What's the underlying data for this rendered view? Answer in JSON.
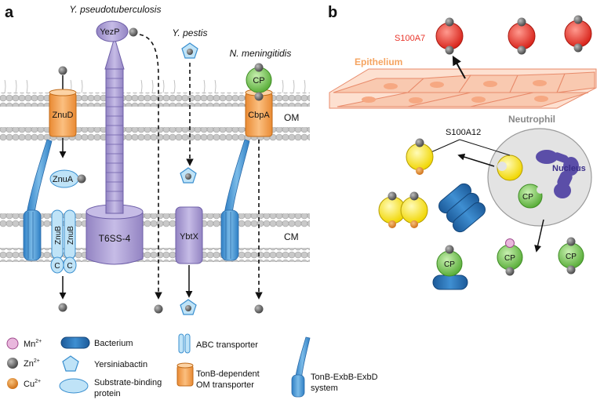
{
  "panels": {
    "a": "a",
    "b": "b"
  },
  "organisms": {
    "yersinia_pseudo": "Y. pseudotuberculosis",
    "yersinia_pestis": "Y. pestis",
    "neisseria": "N. meningitidis"
  },
  "membranes": {
    "outer": "OM",
    "inner": "CM"
  },
  "proteins": {
    "yezp": "YezP",
    "znud": "ZnuD",
    "znua": "ZnuA",
    "znub": "ZnuB",
    "znuc": "C",
    "t6ss": "T6SS-4",
    "ybtx": "YbtX",
    "cbpa": "CbpA",
    "cp": "CP"
  },
  "panel_b": {
    "s100a7": "S100A7",
    "epithelium": "Epithelium",
    "neutrophil": "Neutrophil",
    "nucleus": "Nucleus",
    "s100a12": "S100A12",
    "cp": "CP"
  },
  "legend": {
    "mn": "Mn",
    "zn": "Zn",
    "cu": "Cu",
    "ion_charge": "2+",
    "bacterium": "Bacterium",
    "yersiniabactin": "Yersiniabactin",
    "substrate_line1": "Substrate-binding",
    "substrate_line2": "protein",
    "abc": "ABC transporter",
    "tonb_line1": "TonB-dependent",
    "tonb_line2": "OM transporter",
    "exb_line1": "TonB-ExbB-ExbD",
    "exb_line2": "system"
  },
  "colors": {
    "membrane": "#cfcfcf",
    "orange": "#f5a461",
    "purple": "#a99bd0",
    "blue": "#5aa3d8",
    "lightblue": "#bfe3f7",
    "green": "#7cc35a",
    "red": "#e8352a",
    "yellow": "#f7e52b",
    "zinc": "#6e6e6e",
    "copper": "#e58b2c",
    "manganese": "#e9b7dd",
    "epithelium": "#f9c9b0",
    "neutrophil": "#e6e6e6",
    "darkblue": "#2d72b5"
  }
}
